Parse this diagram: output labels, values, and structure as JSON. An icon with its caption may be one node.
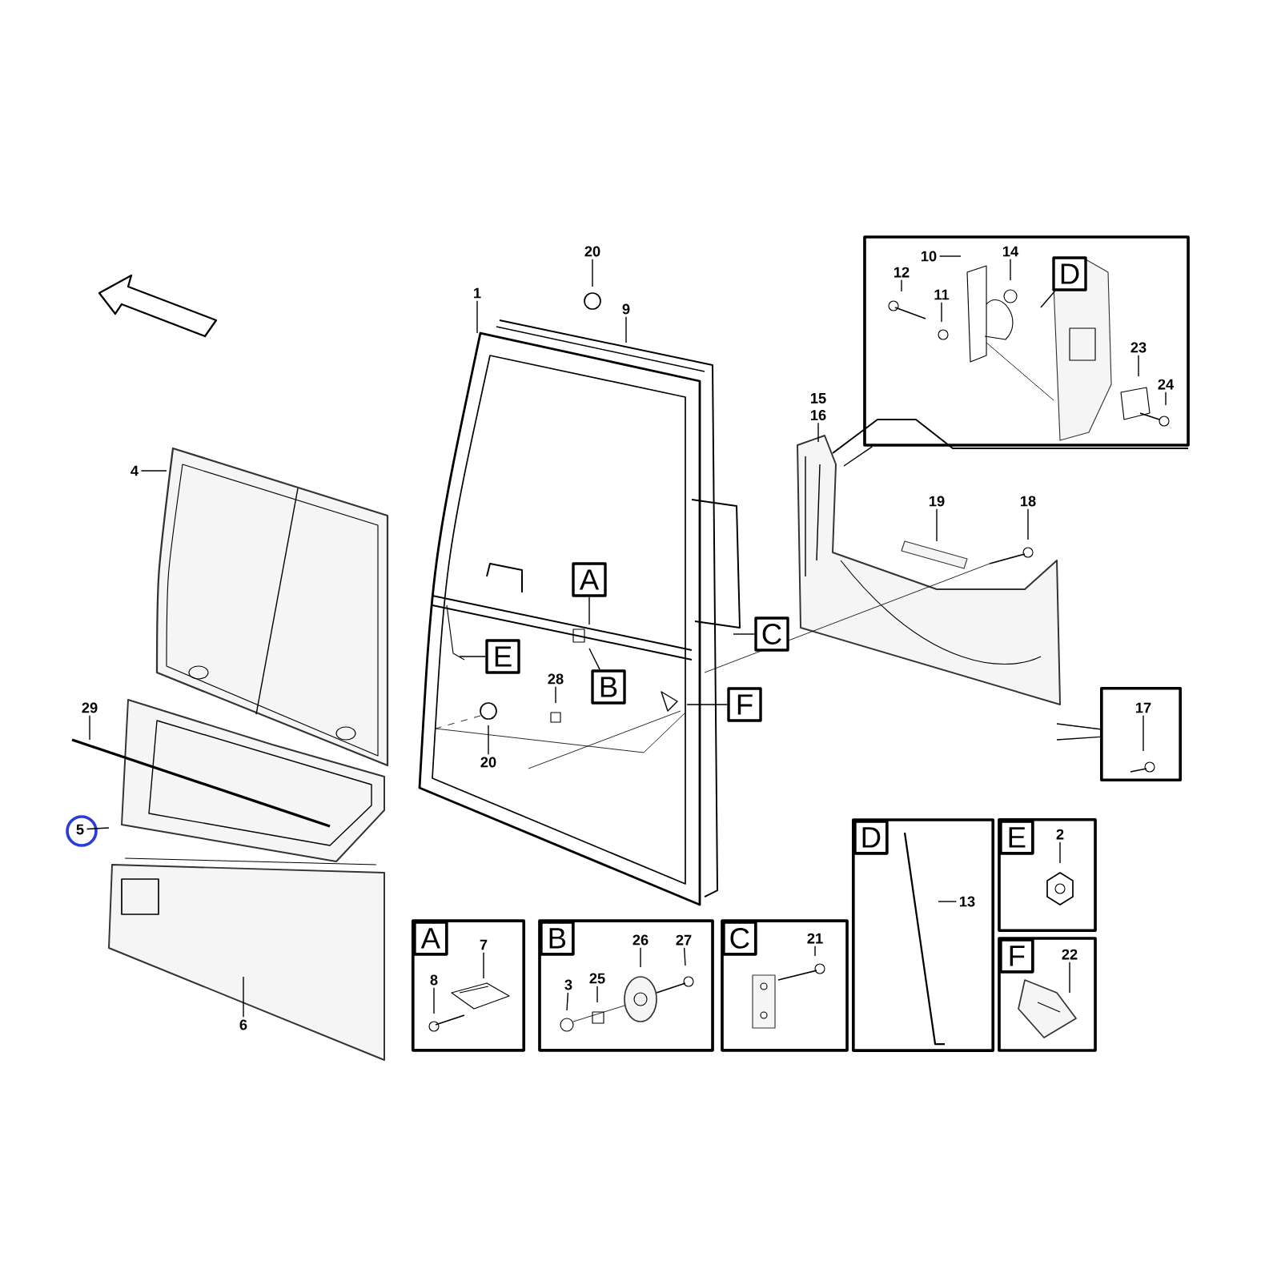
{
  "diagram": {
    "nodes": [
      {
        "text": [
          "20"
        ]
      },
      {
        "text": [
          "1"
        ]
      },
      {
        "text": [
          "9"
        ]
      },
      {
        "text": [
          "4"
        ]
      },
      {
        "text": [
          "29"
        ]
      },
      {
        "text": [
          "5"
        ]
      },
      {
        "text": [
          "6"
        ]
      },
      {
        "text": [
          "A"
        ]
      },
      {
        "text": [
          "E"
        ]
      },
      {
        "text": [
          "B"
        ]
      },
      {
        "text": [
          "C"
        ]
      },
      {
        "text": [
          "F"
        ]
      },
      {
        "text": [
          "28"
        ]
      },
      {
        "text": [
          "20"
        ]
      },
      {
        "text": [
          "15",
          "16"
        ]
      },
      {
        "text": [
          "19"
        ]
      },
      {
        "text": [
          "18"
        ]
      },
      {
        "text": [],
        "shape": "box"
      },
      {
        "text": [
          "17"
        ],
        "in": 17
      },
      {
        "text": [],
        "shape": "box"
      },
      {
        "text": [
          "12"
        ],
        "in": 19
      },
      {
        "text": [
          "10"
        ],
        "in": 19
      },
      {
        "text": [
          "11"
        ],
        "in": 19
      },
      {
        "text": [
          "14"
        ],
        "in": 19
      },
      {
        "text": [
          "D"
        ],
        "in": 19
      },
      {
        "text": [
          "23"
        ],
        "in": 19
      },
      {
        "text": [
          "24"
        ],
        "in": 19
      },
      {
        "text": [
          "A"
        ]
      },
      {
        "text": [
          "7"
        ],
        "in": 27
      },
      {
        "text": [
          "8"
        ],
        "in": 27
      },
      {
        "text": [
          "B"
        ]
      },
      {
        "text": [
          "26"
        ],
        "in": 30
      },
      {
        "text": [
          "27"
        ],
        "in": 30
      },
      {
        "text": [
          "3"
        ],
        "in": 30
      },
      {
        "text": [
          "25"
        ],
        "in": 30
      },
      {
        "text": [
          "C"
        ]
      },
      {
        "text": [
          "21"
        ],
        "in": 35
      },
      {
        "text": [
          "D"
        ]
      },
      {
        "text": [
          "13"
        ],
        "in": 37
      },
      {
        "text": [
          "E"
        ]
      },
      {
        "text": [
          "2"
        ],
        "in": 39
      },
      {
        "text": [
          "F"
        ]
      },
      {
        "text": [
          "22"
        ],
        "in": 41
      }
    ],
    "edges": [
      {
        "from": 0,
        "to": null,
        "arrow": "none"
      },
      {
        "from": 1,
        "to": null,
        "arrow": "none"
      },
      {
        "from": 2,
        "to": null,
        "arrow": "none"
      },
      {
        "from": 3,
        "to": null,
        "arrow": "none"
      },
      {
        "from": 4,
        "to": null,
        "arrow": "none"
      },
      {
        "from": 5,
        "to": null,
        "arrow": "none"
      },
      {
        "from": 6,
        "to": null,
        "arrow": "none"
      },
      {
        "from": 7,
        "to": null,
        "arrow": "none"
      },
      {
        "from": 8,
        "to": null,
        "arrow": "none"
      },
      {
        "from": 9,
        "to": null,
        "arrow": "none"
      },
      {
        "from": 10,
        "to": null,
        "arrow": "none"
      },
      {
        "from": 11,
        "to": null,
        "arrow": "none"
      },
      {
        "from": 12,
        "to": null,
        "arrow": "none"
      },
      {
        "from": 13,
        "to": null,
        "arrow": "none"
      },
      {
        "from": 14,
        "to": null,
        "arrow": "none"
      },
      {
        "from": 15,
        "to": null,
        "arrow": "none"
      },
      {
        "from": 16,
        "to": null,
        "arrow": "none"
      },
      {
        "from": 17,
        "to": null,
        "arrow": "none"
      },
      {
        "from": 17,
        "to": null,
        "arrow": "none"
      },
      {
        "from": 18,
        "to": null,
        "arrow": "none"
      },
      {
        "from": 19,
        "to": null,
        "arrow": "none"
      },
      {
        "from": 20,
        "to": null,
        "arrow": "none"
      },
      {
        "from": 21,
        "to": null,
        "arrow": "none"
      },
      {
        "from": 22,
        "to": null,
        "arrow": "none"
      },
      {
        "from": 23,
        "to": null,
        "arrow": "none"
      },
      {
        "from": 24,
        "to": null,
        "arrow": "none"
      },
      {
        "from": 25,
        "to": null,
        "arrow": "none"
      },
      {
        "from": 26,
        "to": null,
        "arrow": "none"
      },
      {
        "from": 28,
        "to": null,
        "arrow": "none"
      },
      {
        "from": 29,
        "to": null,
        "arrow": "none"
      },
      {
        "from": 31,
        "to": null,
        "arrow": "none"
      },
      {
        "from": 32,
        "to": null,
        "arrow": "none"
      },
      {
        "from": 33,
        "to": null,
        "arrow": "none"
      },
      {
        "from": 34,
        "to": null,
        "arrow": "none"
      },
      {
        "from": 36,
        "to": null,
        "arrow": "none"
      },
      {
        "from": 38,
        "to": null,
        "arrow": "none"
      },
      {
        "from": 40,
        "to": null,
        "arrow": "none"
      },
      {
        "from": 42,
        "to": null,
        "arrow": "none"
      }
    ]
  }
}
